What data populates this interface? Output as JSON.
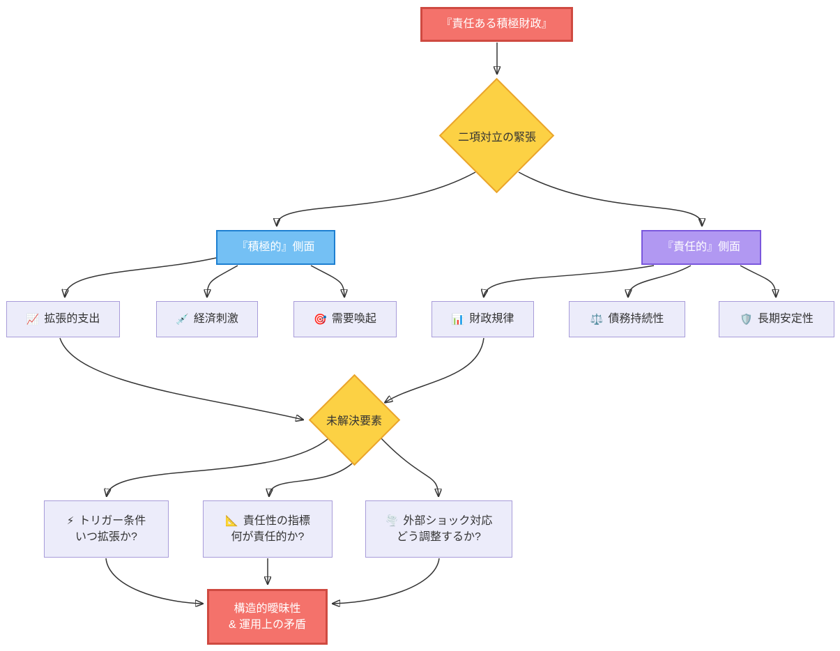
{
  "diagram": {
    "type": "flowchart",
    "direction": "top-down",
    "colors": {
      "background": "#ffffff",
      "edge": "#333333",
      "red_fill": "#f4726b",
      "red_stroke": "#cf4a41",
      "blue_fill": "#74c0f4",
      "blue_stroke": "#1d7fd1",
      "purple_fill": "#b198f2",
      "purple_stroke": "#7a57dd",
      "diamond_fill": "#fcd144",
      "diamond_stroke": "#eaa42c",
      "leaf_fill": "#ececfa",
      "leaf_stroke": "#a79bd9",
      "light_text": "#ffffff",
      "dark_text": "#333333"
    },
    "nodes": {
      "root": {
        "label": "『責任ある積極財政』",
        "shape": "rect",
        "color": "red"
      },
      "tension": {
        "label": "二項対立の緊張",
        "shape": "diamond",
        "color": "yellow"
      },
      "active_side": {
        "label": "『積極的』側面",
        "shape": "rect",
        "color": "blue"
      },
      "responsible_side": {
        "label": "『責任的』側面",
        "shape": "rect",
        "color": "purple"
      },
      "expansionary_spending": {
        "icon": "📈",
        "icon_name": "chart-increasing-icon",
        "label": "拡張的支出",
        "shape": "rect",
        "color": "lavender"
      },
      "economic_stimulus": {
        "icon": "💉",
        "icon_name": "syringe-icon",
        "label": "経済刺激",
        "shape": "rect",
        "color": "lavender"
      },
      "demand_creation": {
        "icon": "🎯",
        "icon_name": "target-icon",
        "label": "需要喚起",
        "shape": "rect",
        "color": "lavender"
      },
      "fiscal_discipline": {
        "icon": "📊",
        "icon_name": "bar-chart-icon",
        "label": "財政規律",
        "shape": "rect",
        "color": "lavender"
      },
      "debt_sustainability": {
        "icon": "⚖️",
        "icon_name": "balance-scale-icon",
        "label": "債務持続性",
        "shape": "rect",
        "color": "lavender"
      },
      "long_term_stability": {
        "icon": "🛡️",
        "icon_name": "shield-icon",
        "label": "長期安定性",
        "shape": "rect",
        "color": "lavender"
      },
      "unresolved": {
        "label": "未解決要素",
        "shape": "diamond",
        "color": "yellow"
      },
      "trigger_conditions": {
        "icon": "⚡",
        "icon_name": "lightning-icon",
        "label": "トリガー条件",
        "sublabel": "いつ拡張か?",
        "shape": "rect",
        "color": "lavender"
      },
      "responsibility_metrics": {
        "icon": "📐",
        "icon_name": "triangular-ruler-icon",
        "label": "責任性の指標",
        "sublabel": "何が責任的か?",
        "shape": "rect",
        "color": "lavender"
      },
      "external_shock": {
        "icon": "🌪️",
        "icon_name": "tornado-icon",
        "label": "外部ショック対応",
        "sublabel": "どう調整するか?",
        "shape": "rect",
        "color": "lavender"
      },
      "conclusion": {
        "label_line1": "構造的曖昧性",
        "label_line2": "& 運用上の矛盾",
        "shape": "rect",
        "color": "red"
      }
    },
    "edges": [
      {
        "from": "root",
        "to": "tension"
      },
      {
        "from": "tension",
        "to": "active_side"
      },
      {
        "from": "tension",
        "to": "responsible_side"
      },
      {
        "from": "active_side",
        "to": "expansionary_spending"
      },
      {
        "from": "active_side",
        "to": "economic_stimulus"
      },
      {
        "from": "active_side",
        "to": "demand_creation"
      },
      {
        "from": "responsible_side",
        "to": "fiscal_discipline"
      },
      {
        "from": "responsible_side",
        "to": "debt_sustainability"
      },
      {
        "from": "responsible_side",
        "to": "long_term_stability"
      },
      {
        "from": "expansionary_spending",
        "to": "unresolved"
      },
      {
        "from": "fiscal_discipline",
        "to": "unresolved"
      },
      {
        "from": "unresolved",
        "to": "trigger_conditions"
      },
      {
        "from": "unresolved",
        "to": "responsibility_metrics"
      },
      {
        "from": "unresolved",
        "to": "external_shock"
      },
      {
        "from": "trigger_conditions",
        "to": "conclusion"
      },
      {
        "from": "responsibility_metrics",
        "to": "conclusion"
      },
      {
        "from": "external_shock",
        "to": "conclusion"
      }
    ]
  }
}
